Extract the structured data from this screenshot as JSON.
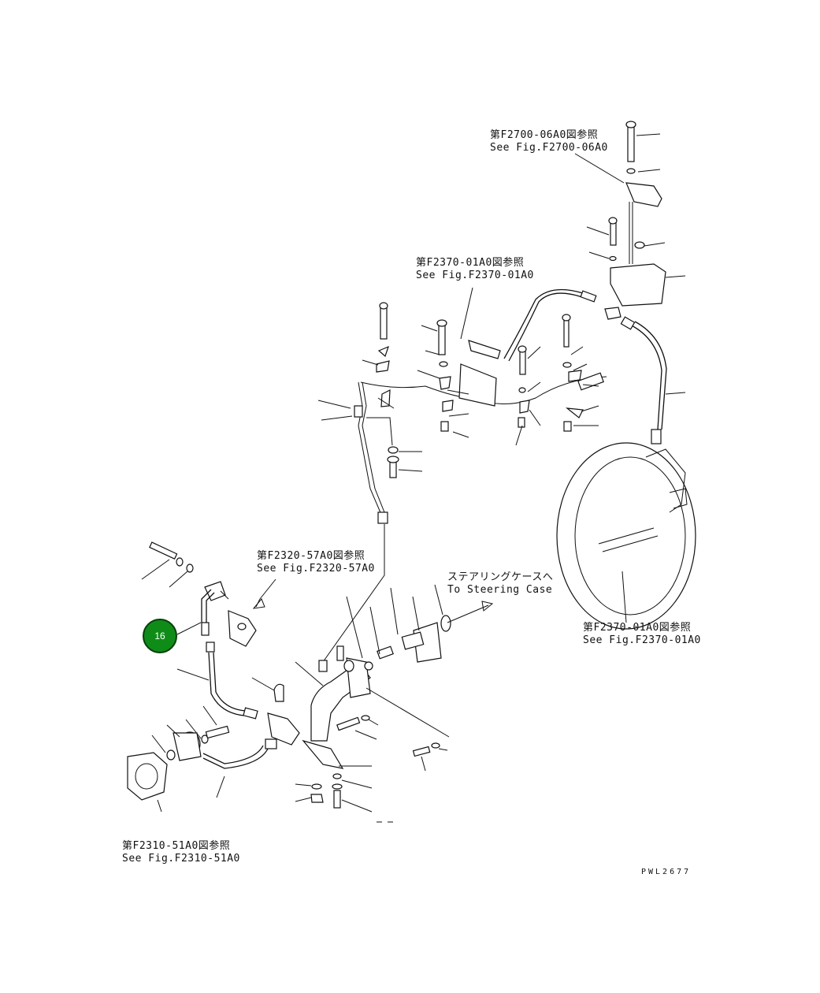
{
  "references": [
    {
      "id": "ref_f2700",
      "jp": "第F2700-06A0図参照",
      "en": "See Fig.F2700-06A0"
    },
    {
      "id": "ref_f2370_top",
      "jp": "第F2370-01A0図参照",
      "en": "See Fig.F2370-01A0"
    },
    {
      "id": "ref_f2320",
      "jp": "第F2320-57A0図参照",
      "en": "See Fig.F2320-57A0"
    },
    {
      "id": "ref_steering",
      "jp": "ステアリングケースへ",
      "en": "To Steering Case"
    },
    {
      "id": "ref_f2370_right",
      "jp": "第F2370-01A0図参照",
      "en": "See Fig.F2370-01A0"
    },
    {
      "id": "ref_f2310",
      "jp": "第F2310-51A0図参照",
      "en": "See Fig.F2310-51A0"
    }
  ],
  "callout": {
    "label": "16",
    "color": "#0f8c18"
  },
  "drawing_code": "PWL2677"
}
